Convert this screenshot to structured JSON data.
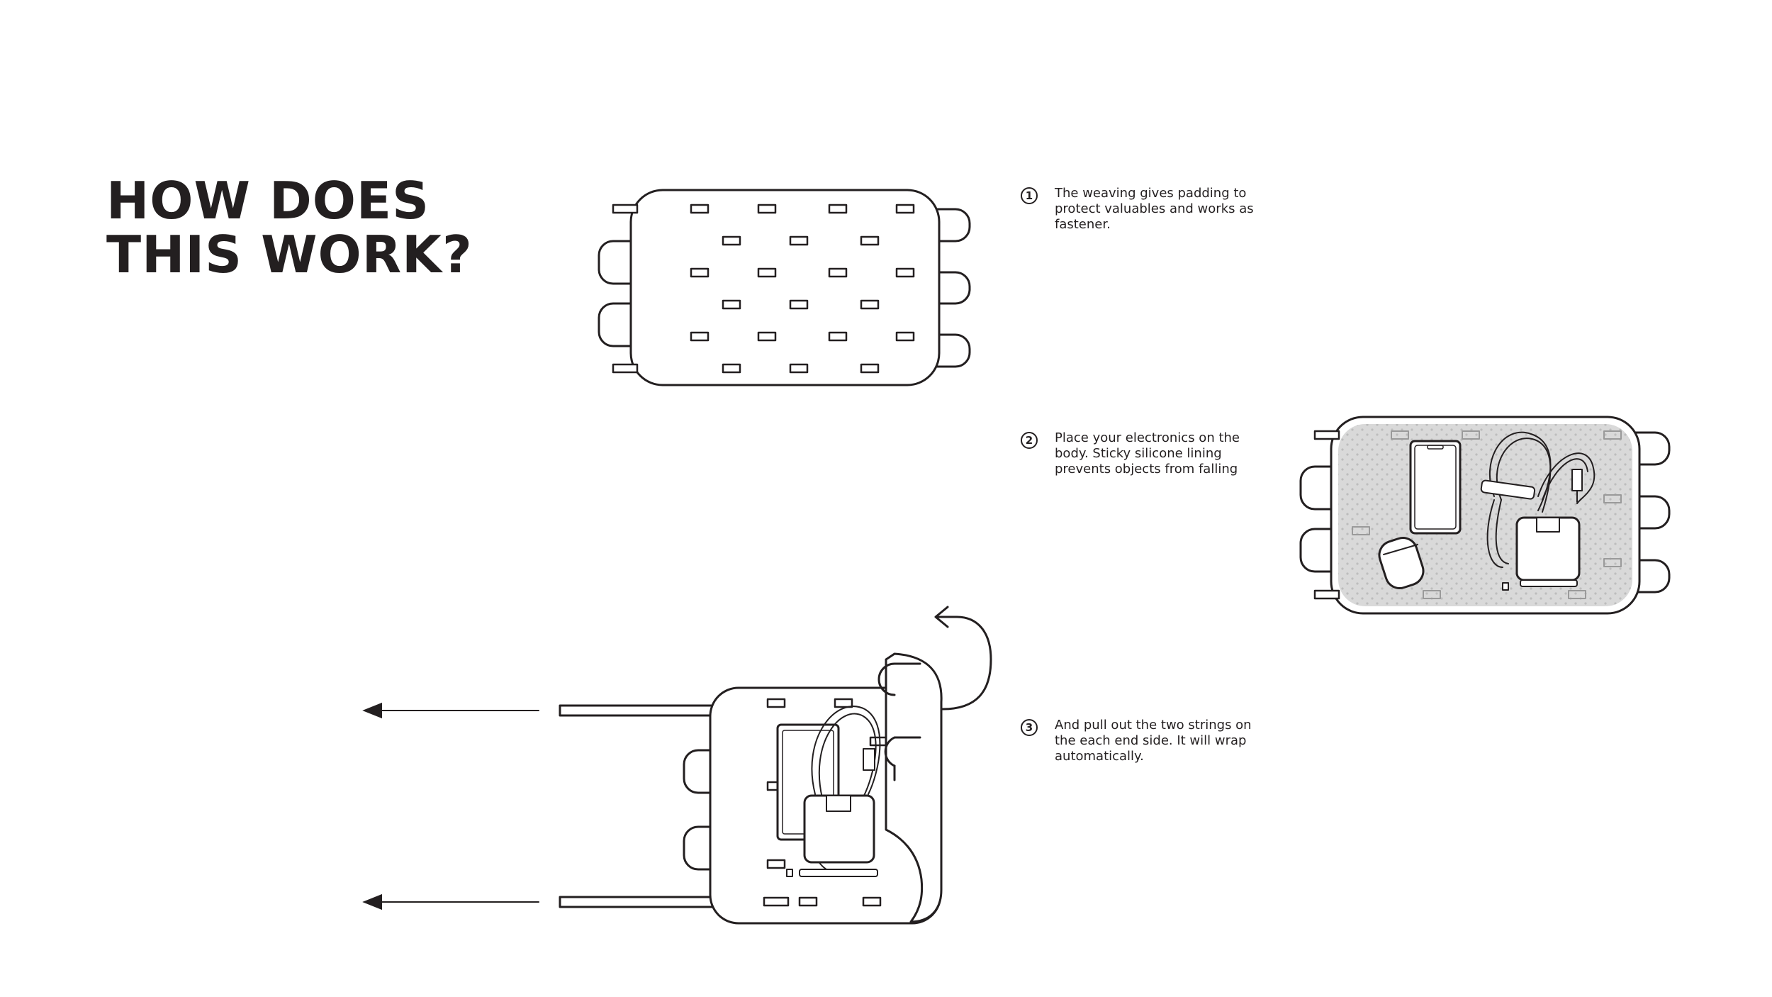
{
  "title": {
    "line1": "HOW DOES",
    "line2": "THIS WORK?"
  },
  "steps": [
    {
      "number": "1",
      "text": "The weaving gives padding to protect valuables and works as fastener."
    },
    {
      "number": "2",
      "text": "Place your electronics on the body. Sticky silicone lining prevents objects from falling"
    },
    {
      "number": "3",
      "text": "And pull out the two strings on the each end side. It will wrap automatically."
    }
  ],
  "colors": {
    "ink": "#231f20",
    "lining": "#d9d9d9",
    "background": "#ffffff"
  }
}
